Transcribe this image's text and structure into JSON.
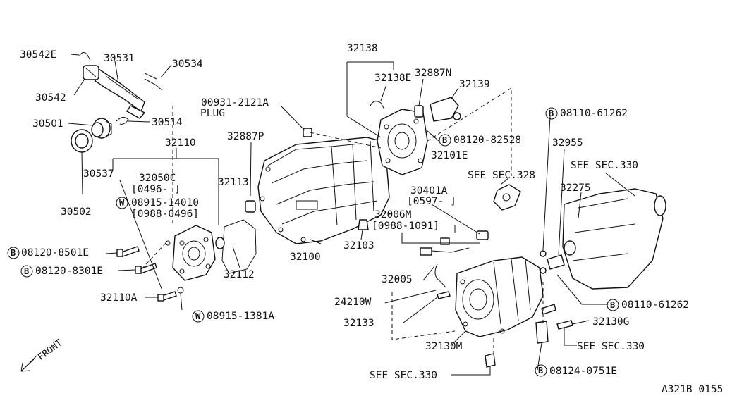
{
  "diagram": {
    "id": "A321B 0155",
    "direction_label": "FRONT",
    "callouts": {
      "c30542E": "30542E",
      "c30531": "30531",
      "c30534": "30534",
      "c30542": "30542",
      "c30501": "30501",
      "c30514": "30514",
      "c30502": "30502",
      "c32110": "32110",
      "c30537": "30537",
      "c32050C": "32050C",
      "c32050C_range": "[0496-    ]",
      "c08915_14010": "08915-14010",
      "c08915_14010_range": "[0988-0496]",
      "c32113": "32113",
      "c08120_8501E": "08120-8501E",
      "c08120_8301E": "08120-8301E",
      "c32112": "32112",
      "c32110A": "32110A",
      "c08915_1381A": "08915-1381A",
      "c32887P": "32887P",
      "c00931": "00931-2121A",
      "plug": "PLUG",
      "c32100": "32100",
      "c32103": "32103",
      "c32138": "32138",
      "c32138E": "32138E",
      "c32887N": "32887N",
      "c32139": "32139",
      "c08120_82528": "08120-82528",
      "c32101E": "32101E",
      "c08110_61262_top": "08110-61262",
      "c32955": "32955",
      "see328": "SEE SEC.328",
      "see330_top": "SEE SEC.330",
      "c32275": "32275",
      "c30401A": "30401A",
      "c30401A_range": "[0597-    ]",
      "c32006M": "32006M",
      "c32006M_range": "[0988-1091]",
      "c32005": "32005",
      "c24210W": "24210W",
      "c32133": "32133",
      "c32130M": "32130M",
      "c08110_61262_bottom": "08110-61262",
      "c32130G": "32130G",
      "see330_mid": "SEE SEC.330",
      "see330_bottom": "SEE SEC.330",
      "c08124_0751E": "08124-0751E"
    },
    "symbols": {
      "b": "B",
      "w": "W"
    }
  }
}
